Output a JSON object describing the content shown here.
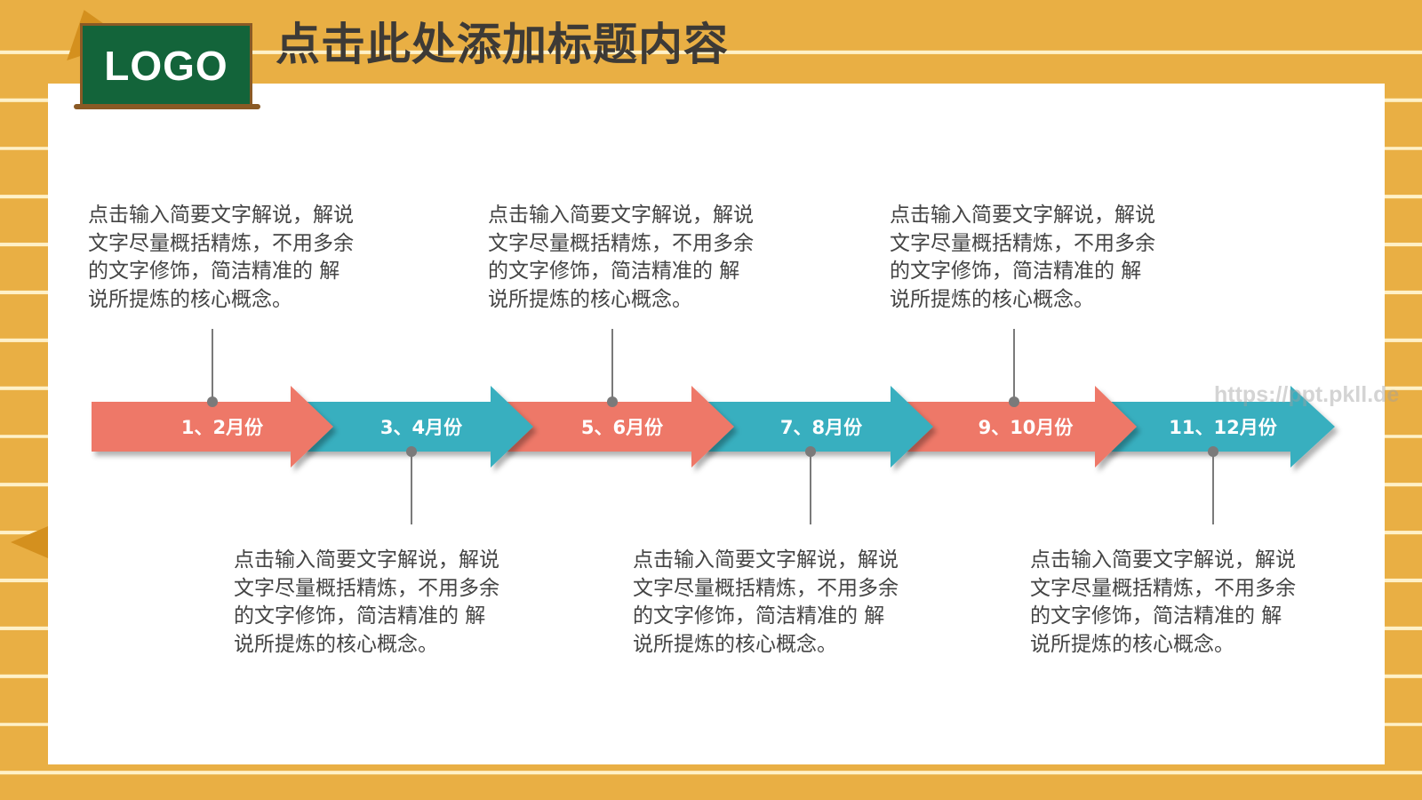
{
  "header": {
    "logo_text": "LOGO",
    "title": "点击此处添加标题内容"
  },
  "colors": {
    "background": "#E9AF44",
    "stripe": "#FFF1C8",
    "logo_board": "#13643A",
    "logo_frame": "#8A5A25",
    "salmon": "#EE7868",
    "teal": "#38AFBF",
    "connector": "#7A7A7A",
    "text": "#444444",
    "title": "#3D3A36"
  },
  "timeline": {
    "segments": [
      {
        "label": "1、2月份",
        "color": "salmon",
        "position": "top",
        "text": "点击输入简要文字解说，解说\n文字尽量概括精炼，不用多余\n的文字修饰，简洁精准的 解\n说所提炼的核心概念。"
      },
      {
        "label": "3、4月份",
        "color": "teal",
        "position": "bottom",
        "text": "点击输入简要文字解说，解说\n文字尽量概括精炼，不用多余\n的文字修饰，简洁精准的 解\n说所提炼的核心概念。"
      },
      {
        "label": "5、6月份",
        "color": "salmon",
        "position": "top",
        "text": "点击输入简要文字解说，解说\n文字尽量概括精炼，不用多余\n的文字修饰，简洁精准的 解\n说所提炼的核心概念。"
      },
      {
        "label": "7、8月份",
        "color": "teal",
        "position": "bottom",
        "text": "点击输入简要文字解说，解说\n文字尽量概括精炼，不用多余\n的文字修饰，简洁精准的 解\n说所提炼的核心概念。"
      },
      {
        "label": "9、10月份",
        "color": "salmon",
        "position": "top",
        "text": "点击输入简要文字解说，解说\n文字尽量概括精炼，不用多余\n的文字修饰，简洁精准的 解\n说所提炼的核心概念。"
      },
      {
        "label": "11、12月份",
        "color": "teal",
        "position": "bottom",
        "text": "点击输入简要文字解说，解说\n文字尽量概括精炼，不用多余\n的文字修饰，简洁精准的 解\n说所提炼的核心概念。"
      }
    ]
  },
  "watermark": "https://ppt.pkll.de"
}
